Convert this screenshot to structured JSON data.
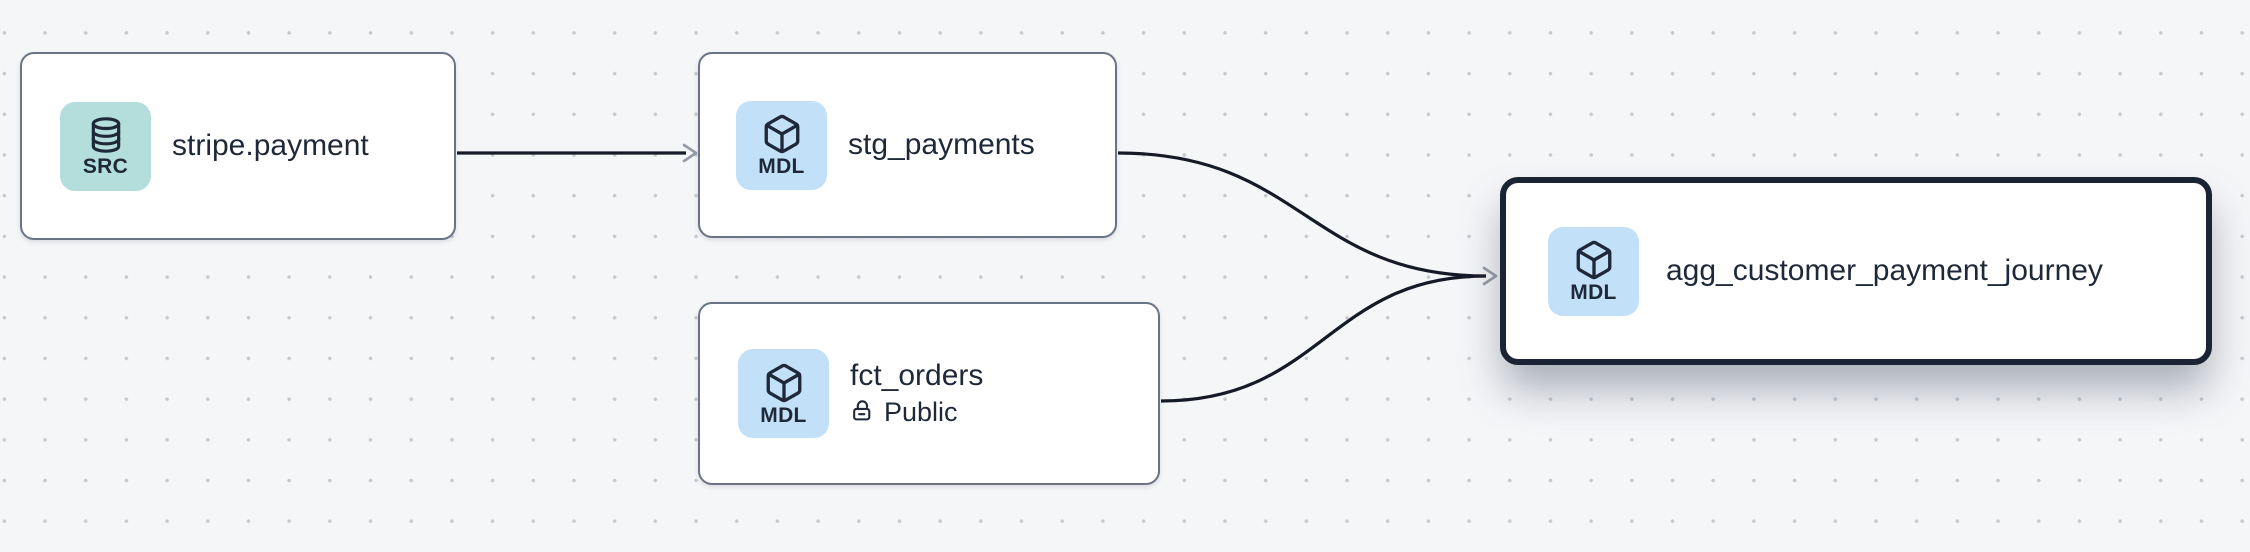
{
  "canvas": {
    "name": "lineage-graph",
    "background": "#f5f6f8",
    "dot_color": "#c6c9ce",
    "edge_color": "#141a26",
    "arrowhead_color": "#949aa6",
    "node_border_color": "#6b7485",
    "selected_node_border_color": "#1b2433",
    "title_color": "#1e2838",
    "src_badge_bg": "#b3dedb",
    "mdl_badge_bg": "#c2e1f8"
  },
  "nodes": [
    {
      "title": "stripe.payment",
      "badge": "SRC",
      "icon": "database-icon",
      "selected": false
    },
    {
      "title": "stg_payments",
      "badge": "MDL",
      "icon": "cube-icon",
      "selected": false
    },
    {
      "title": "fct_orders",
      "badge": "MDL",
      "icon": "cube-icon",
      "access": "Public",
      "access_icon": "unlock-icon",
      "selected": false
    },
    {
      "title": "agg_customer_payment_journey",
      "badge": "MDL",
      "icon": "cube-icon",
      "selected": true
    }
  ],
  "edges": [
    {
      "from": "stripe.payment",
      "to": "stg_payments"
    },
    {
      "from": "stg_payments",
      "to": "agg_customer_payment_journey"
    },
    {
      "from": "fct_orders",
      "to": "agg_customer_payment_journey"
    }
  ]
}
